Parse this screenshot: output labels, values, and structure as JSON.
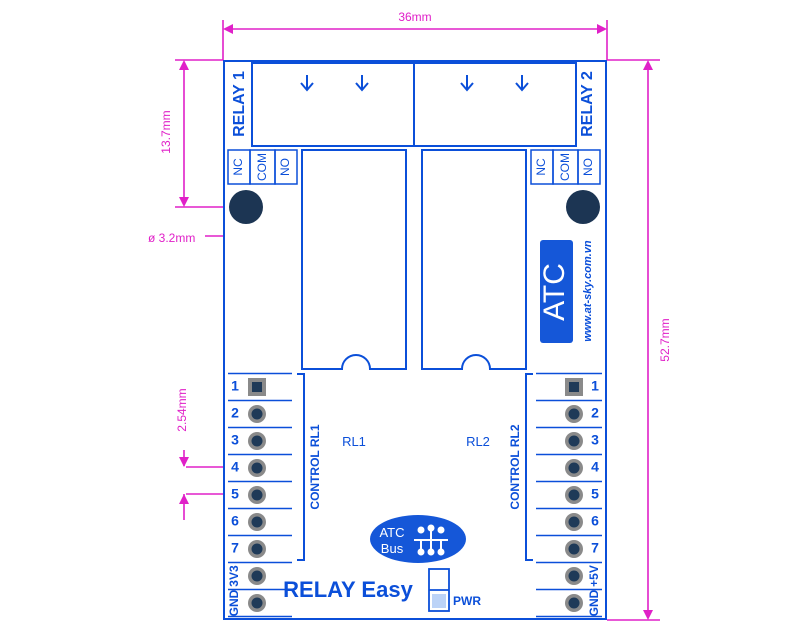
{
  "dimensions": {
    "width": "36mm",
    "height": "52.7mm",
    "top_offset": "13.7mm",
    "hole_diameter": "ø 3.2mm",
    "pin_pitch": "2.54mm"
  },
  "relays": {
    "relay1_label": "RELAY 1",
    "relay2_label": "RELAY 2",
    "rl1": "RL1",
    "rl2": "RL2"
  },
  "terminals": {
    "nc": "NC",
    "com": "COM",
    "no": "NO"
  },
  "headers": {
    "left_pins": [
      "1",
      "2",
      "3",
      "4",
      "5",
      "6",
      "7",
      "3V3",
      "GND"
    ],
    "right_pins": [
      "1",
      "2",
      "3",
      "4",
      "5",
      "6",
      "7",
      "+5V",
      "GND"
    ],
    "control_rl1": "CONTROL RL1",
    "control_rl2": "CONTROL RL2"
  },
  "branding": {
    "atc_logo": "ATC",
    "website": "www.at-sky.com.vn",
    "atc_bus_top": "ATC",
    "atc_bus_bottom": "Bus",
    "product_name": "RELAY Easy",
    "pwr": "PWR"
  },
  "colors": {
    "outline": "#0b4fd9",
    "dimension": "#e020c8",
    "pin_fill": "#1f3a58",
    "hole_fill": "#1c3553",
    "logo_bg": "#1557d8"
  }
}
